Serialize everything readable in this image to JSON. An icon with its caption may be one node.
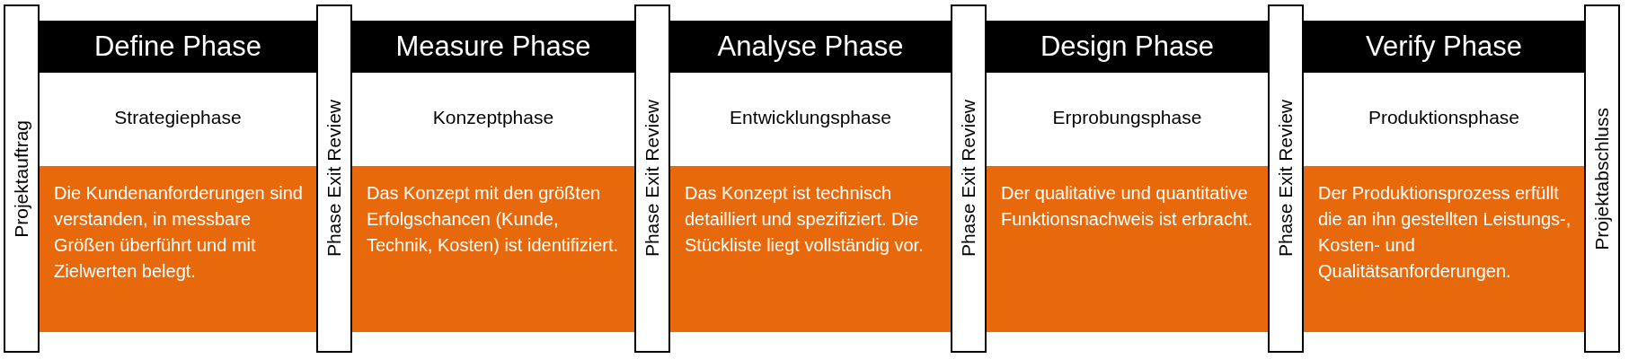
{
  "diagram": {
    "nodes": [
      {
        "text": [
          "Projektauftrag"
        ]
      },
      {
        "text": [
          "Define Phase"
        ]
      },
      {
        "text": [
          "Strategiephase",
          "Die Kundenanforderungen sind verstanden, in messbare Größen überführt und mit Zielwerten belegt."
        ]
      },
      {
        "text": [
          "Phase Exit Review"
        ]
      },
      {
        "text": [
          "Measure Phase"
        ]
      },
      {
        "text": [
          "Konzeptphase",
          "Das Konzept mit den größten Erfolgschancen (Kunde, Technik, Kosten) ist identifiziert."
        ]
      },
      {
        "text": [
          "Phase Exit Review"
        ]
      },
      {
        "text": [
          "Analyse Phase"
        ]
      },
      {
        "text": [
          "Entwicklungsphase",
          "Das Konzept ist technisch detailliert und spezifiziert. Die Stückliste liegt vollständig vor."
        ]
      },
      {
        "text": [
          "Phase Exit Review"
        ]
      },
      {
        "text": [
          "Design Phase"
        ]
      },
      {
        "text": [
          "Erprobungsphase",
          "Der qualitative und quantitative Funktionsnachweis ist erbracht."
        ]
      },
      {
        "text": [
          "Phase Exit Review"
        ]
      },
      {
        "text": [
          "Verify Phase"
        ]
      },
      {
        "text": [
          "Produktionsphase",
          "Der Produktionsprozess erfüllt die an ihn gestellten Leistungs-, Kosten- und Qualitätsanforderungen."
        ]
      },
      {
        "text": [
          "Projektabschluss"
        ]
      }
    ]
  }
}
